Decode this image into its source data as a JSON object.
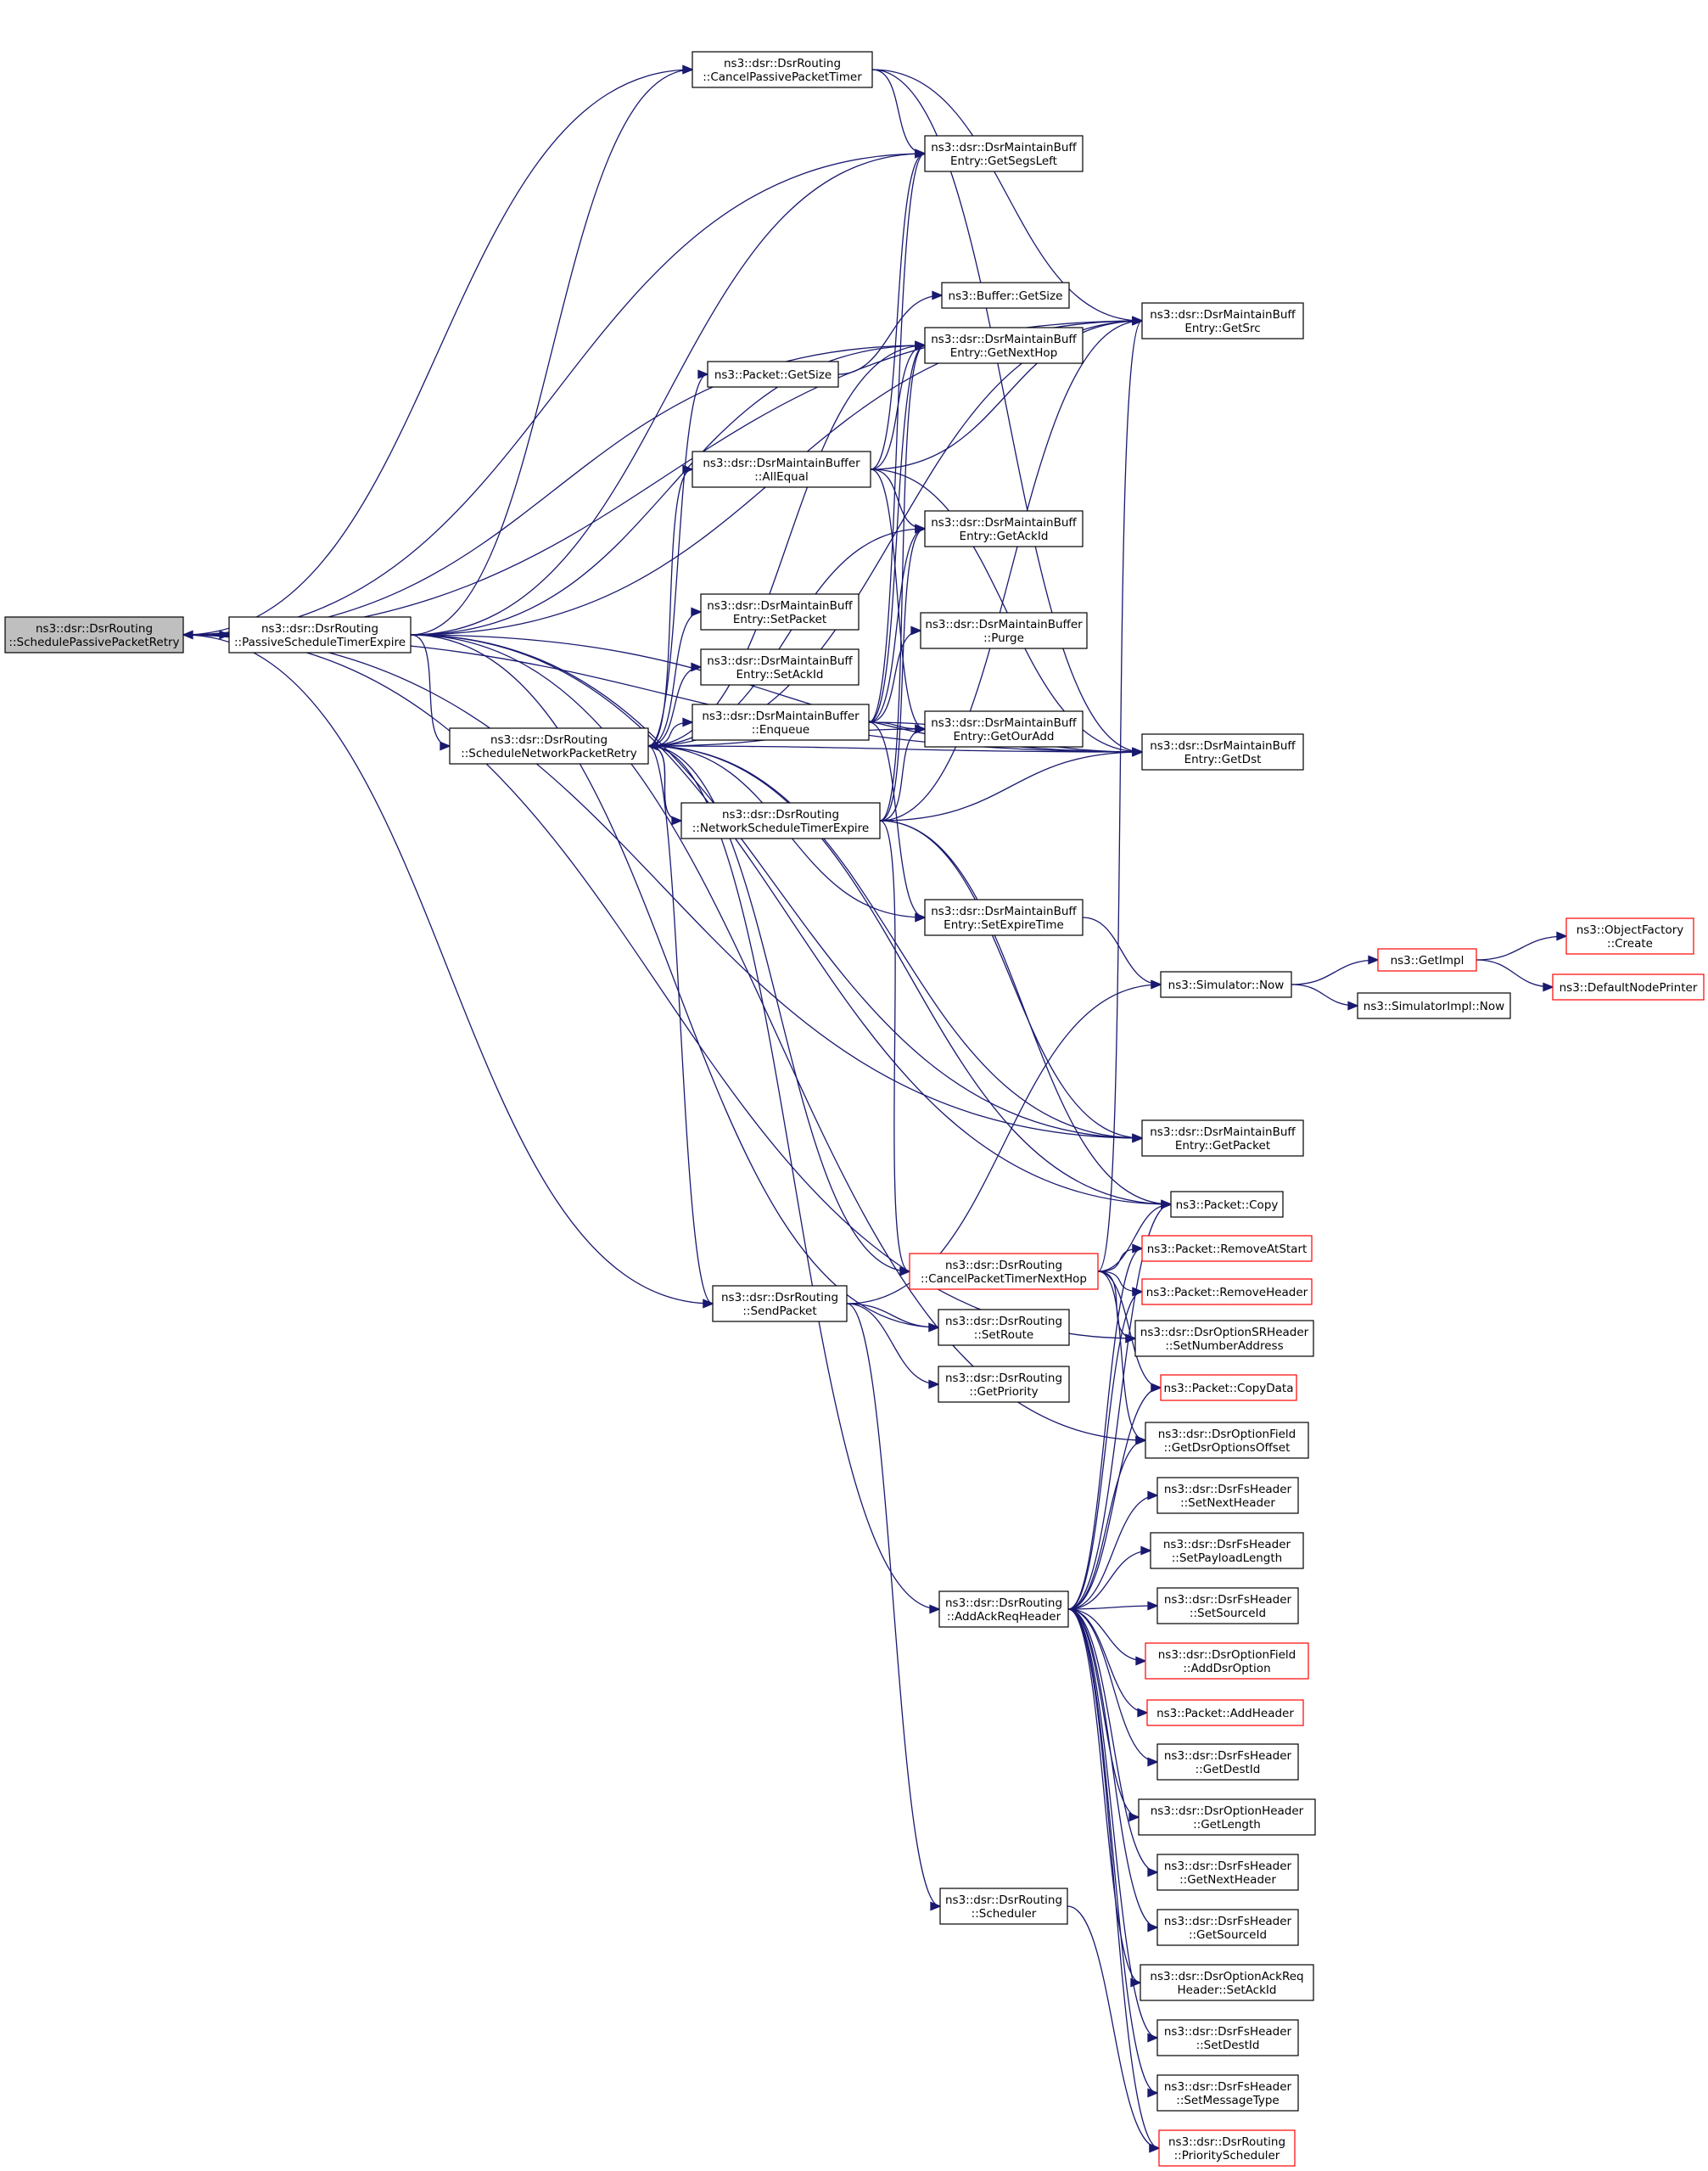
{
  "colors": {
    "edge": "#191970",
    "node_border": "#000000",
    "truncated_border": "#ff0000",
    "root_fill": "#bfbfbf",
    "node_fill": "#ffffff"
  },
  "nodes": [
    {
      "id": "root",
      "lines": [
        "ns3::dsr::DsrRouting",
        "::SchedulePassivePacketRetry"
      ],
      "style": "root"
    },
    {
      "id": "psTimerExpire",
      "lines": [
        "ns3::dsr::DsrRouting",
        "::PassiveScheduleTimerExpire"
      ],
      "style": "normal"
    },
    {
      "id": "schedNetRetry",
      "lines": [
        "ns3::dsr::DsrRouting",
        "::ScheduleNetworkPacketRetry"
      ],
      "style": "normal"
    },
    {
      "id": "cancelPassive",
      "lines": [
        "ns3::dsr::DsrRouting",
        "::CancelPassivePacketTimer"
      ],
      "style": "normal"
    },
    {
      "id": "pktGetSize",
      "lines": [
        "ns3::Packet::GetSize"
      ],
      "style": "normal"
    },
    {
      "id": "allEqual",
      "lines": [
        "ns3::dsr::DsrMaintainBuffer",
        "::AllEqual"
      ],
      "style": "normal"
    },
    {
      "id": "setPacket",
      "lines": [
        "ns3::dsr::DsrMaintainBuff",
        "Entry::SetPacket"
      ],
      "style": "normal"
    },
    {
      "id": "setAckId",
      "lines": [
        "ns3::dsr::DsrMaintainBuff",
        "Entry::SetAckId"
      ],
      "style": "normal"
    },
    {
      "id": "enqueue",
      "lines": [
        "ns3::dsr::DsrMaintainBuffer",
        "::Enqueue"
      ],
      "style": "normal"
    },
    {
      "id": "netSchedExpire",
      "lines": [
        "ns3::dsr::DsrRouting",
        "::NetworkScheduleTimerExpire"
      ],
      "style": "normal"
    },
    {
      "id": "sendPacket",
      "lines": [
        "ns3::dsr::DsrRouting",
        "::SendPacket"
      ],
      "style": "normal"
    },
    {
      "id": "getSegsLeft",
      "lines": [
        "ns3::dsr::DsrMaintainBuff",
        "Entry::GetSegsLeft"
      ],
      "style": "normal"
    },
    {
      "id": "bufGetSize",
      "lines": [
        "ns3::Buffer::GetSize"
      ],
      "style": "normal"
    },
    {
      "id": "getNextHop",
      "lines": [
        "ns3::dsr::DsrMaintainBuff",
        "Entry::GetNextHop"
      ],
      "style": "normal"
    },
    {
      "id": "getAckId",
      "lines": [
        "ns3::dsr::DsrMaintainBuff",
        "Entry::GetAckId"
      ],
      "style": "normal"
    },
    {
      "id": "purge",
      "lines": [
        "ns3::dsr::DsrMaintainBuffer",
        "::Purge"
      ],
      "style": "normal"
    },
    {
      "id": "getOurAdd",
      "lines": [
        "ns3::dsr::DsrMaintainBuff",
        "Entry::GetOurAdd"
      ],
      "style": "normal"
    },
    {
      "id": "setExpireTime",
      "lines": [
        "ns3::dsr::DsrMaintainBuff",
        "Entry::SetExpireTime"
      ],
      "style": "normal"
    },
    {
      "id": "cancelNextHop",
      "lines": [
        "ns3::dsr::DsrRouting",
        "::CancelPacketTimerNextHop"
      ],
      "style": "truncated"
    },
    {
      "id": "setRoute",
      "lines": [
        "ns3::dsr::DsrRouting",
        "::SetRoute"
      ],
      "style": "normal"
    },
    {
      "id": "getPriority",
      "lines": [
        "ns3::dsr::DsrRouting",
        "::GetPriority"
      ],
      "style": "normal"
    },
    {
      "id": "addAckReq",
      "lines": [
        "ns3::dsr::DsrRouting",
        "::AddAckReqHeader"
      ],
      "style": "normal"
    },
    {
      "id": "scheduler",
      "lines": [
        "ns3::dsr::DsrRouting",
        "::Scheduler"
      ],
      "style": "normal"
    },
    {
      "id": "getSrc",
      "lines": [
        "ns3::dsr::DsrMaintainBuff",
        "Entry::GetSrc"
      ],
      "style": "normal"
    },
    {
      "id": "getDst",
      "lines": [
        "ns3::dsr::DsrMaintainBuff",
        "Entry::GetDst"
      ],
      "style": "normal"
    },
    {
      "id": "simNow",
      "lines": [
        "ns3::Simulator::Now"
      ],
      "style": "normal"
    },
    {
      "id": "getPacket",
      "lines": [
        "ns3::dsr::DsrMaintainBuff",
        "Entry::GetPacket"
      ],
      "style": "normal"
    },
    {
      "id": "pktCopy",
      "lines": [
        "ns3::Packet::Copy"
      ],
      "style": "normal"
    },
    {
      "id": "removeAtStart",
      "lines": [
        "ns3::Packet::RemoveAtStart"
      ],
      "style": "truncated"
    },
    {
      "id": "removeHeader",
      "lines": [
        "ns3::Packet::RemoveHeader"
      ],
      "style": "truncated"
    },
    {
      "id": "setNumAddr",
      "lines": [
        "ns3::dsr::DsrOptionSRHeader",
        "::SetNumberAddress"
      ],
      "style": "normal"
    },
    {
      "id": "copyData",
      "lines": [
        "ns3::Packet::CopyData"
      ],
      "style": "truncated"
    },
    {
      "id": "getOptOffset",
      "lines": [
        "ns3::dsr::DsrOptionField",
        "::GetDsrOptionsOffset"
      ],
      "style": "normal"
    },
    {
      "id": "setNextHeader",
      "lines": [
        "ns3::dsr::DsrFsHeader",
        "::SetNextHeader"
      ],
      "style": "normal"
    },
    {
      "id": "setPayloadLen",
      "lines": [
        "ns3::dsr::DsrFsHeader",
        "::SetPayloadLength"
      ],
      "style": "normal"
    },
    {
      "id": "setSourceId",
      "lines": [
        "ns3::dsr::DsrFsHeader",
        "::SetSourceId"
      ],
      "style": "normal"
    },
    {
      "id": "addDsrOption",
      "lines": [
        "ns3::dsr::DsrOptionField",
        "::AddDsrOption"
      ],
      "style": "truncated"
    },
    {
      "id": "addHeader",
      "lines": [
        "ns3::Packet::AddHeader"
      ],
      "style": "truncated"
    },
    {
      "id": "getDestId",
      "lines": [
        "ns3::dsr::DsrFsHeader",
        "::GetDestId"
      ],
      "style": "normal"
    },
    {
      "id": "getLength",
      "lines": [
        "ns3::dsr::DsrOptionHeader",
        "::GetLength"
      ],
      "style": "normal"
    },
    {
      "id": "getNextHeader",
      "lines": [
        "ns3::dsr::DsrFsHeader",
        "::GetNextHeader"
      ],
      "style": "normal"
    },
    {
      "id": "getSourceId",
      "lines": [
        "ns3::dsr::DsrFsHeader",
        "::GetSourceId"
      ],
      "style": "normal"
    },
    {
      "id": "ackReqSetAckId",
      "lines": [
        "ns3::dsr::DsrOptionAckReq",
        "Header::SetAckId"
      ],
      "style": "normal"
    },
    {
      "id": "setDestId",
      "lines": [
        "ns3::dsr::DsrFsHeader",
        "::SetDestId"
      ],
      "style": "normal"
    },
    {
      "id": "setMsgType",
      "lines": [
        "ns3::dsr::DsrFsHeader",
        "::SetMessageType"
      ],
      "style": "normal"
    },
    {
      "id": "prioSched",
      "lines": [
        "ns3::dsr::DsrRouting",
        "::PriorityScheduler"
      ],
      "style": "truncated"
    },
    {
      "id": "getImpl",
      "lines": [
        "ns3::GetImpl"
      ],
      "style": "truncated"
    },
    {
      "id": "simImplNow",
      "lines": [
        "ns3::SimulatorImpl::Now"
      ],
      "style": "normal"
    },
    {
      "id": "objCreate",
      "lines": [
        "ns3::ObjectFactory",
        "::Create"
      ],
      "style": "truncated"
    },
    {
      "id": "defaultPrinter",
      "lines": [
        "ns3::DefaultNodePrinter"
      ],
      "style": "truncated"
    }
  ],
  "edges": [
    [
      "root",
      "psTimerExpire"
    ],
    [
      "root",
      "cancelPassive"
    ],
    [
      "root",
      "getSegsLeft"
    ],
    [
      "root",
      "getNextHop"
    ],
    [
      "root",
      "getSrc"
    ],
    [
      "root",
      "getDst"
    ],
    [
      "root",
      "getPacket"
    ],
    [
      "root",
      "sendPacket"
    ],
    [
      "root",
      "setNumAddr"
    ],
    [
      "psTimerExpire",
      "root"
    ],
    [
      "psTimerExpire",
      "cancelPassive"
    ],
    [
      "psTimerExpire",
      "getSegsLeft"
    ],
    [
      "psTimerExpire",
      "getNextHop"
    ],
    [
      "psTimerExpire",
      "getSrc"
    ],
    [
      "psTimerExpire",
      "getDst"
    ],
    [
      "psTimerExpire",
      "getPacket"
    ],
    [
      "psTimerExpire",
      "schedNetRetry"
    ],
    [
      "psTimerExpire",
      "setRoute"
    ],
    [
      "psTimerExpire",
      "pktCopy"
    ],
    [
      "psTimerExpire",
      "getOptOffset"
    ],
    [
      "cancelPassive",
      "getSegsLeft"
    ],
    [
      "cancelPassive",
      "getSrc"
    ],
    [
      "cancelPassive",
      "getDst"
    ],
    [
      "schedNetRetry",
      "pktGetSize"
    ],
    [
      "schedNetRetry",
      "allEqual"
    ],
    [
      "schedNetRetry",
      "setPacket"
    ],
    [
      "schedNetRetry",
      "setAckId"
    ],
    [
      "schedNetRetry",
      "enqueue"
    ],
    [
      "schedNetRetry",
      "netSchedExpire"
    ],
    [
      "schedNetRetry",
      "getNextHop"
    ],
    [
      "schedNetRetry",
      "getAckId"
    ],
    [
      "schedNetRetry",
      "getOurAdd"
    ],
    [
      "schedNetRetry",
      "getSrc"
    ],
    [
      "schedNetRetry",
      "getDst"
    ],
    [
      "schedNetRetry",
      "setExpireTime"
    ],
    [
      "schedNetRetry",
      "getPacket"
    ],
    [
      "schedNetRetry",
      "sendPacket"
    ],
    [
      "schedNetRetry",
      "addAckReq"
    ],
    [
      "schedNetRetry",
      "cancelNextHop"
    ],
    [
      "schedNetRetry",
      "pktCopy"
    ],
    [
      "pktGetSize",
      "bufGetSize"
    ],
    [
      "allEqual",
      "getSegsLeft"
    ],
    [
      "allEqual",
      "getNextHop"
    ],
    [
      "allEqual",
      "getSrc"
    ],
    [
      "allEqual",
      "getDst"
    ],
    [
      "allEqual",
      "getAckId"
    ],
    [
      "allEqual",
      "getOurAdd"
    ],
    [
      "enqueue",
      "getSegsLeft"
    ],
    [
      "enqueue",
      "getNextHop"
    ],
    [
      "enqueue",
      "getAckId"
    ],
    [
      "enqueue",
      "purge"
    ],
    [
      "enqueue",
      "getOurAdd"
    ],
    [
      "enqueue",
      "getDst"
    ],
    [
      "enqueue",
      "setExpireTime"
    ],
    [
      "netSchedExpire",
      "schedNetRetry"
    ],
    [
      "netSchedExpire",
      "getNextHop"
    ],
    [
      "netSchedExpire",
      "getAckId"
    ],
    [
      "netSchedExpire",
      "getOurAdd"
    ],
    [
      "netSchedExpire",
      "getSrc"
    ],
    [
      "netSchedExpire",
      "getDst"
    ],
    [
      "netSchedExpire",
      "getPacket"
    ],
    [
      "netSchedExpire",
      "cancelNextHop"
    ],
    [
      "netSchedExpire",
      "pktCopy"
    ],
    [
      "setExpireTime",
      "simNow"
    ],
    [
      "sendPacket",
      "simNow"
    ],
    [
      "sendPacket",
      "setRoute"
    ],
    [
      "sendPacket",
      "getPriority"
    ],
    [
      "sendPacket",
      "scheduler"
    ],
    [
      "cancelNextHop",
      "getSrc"
    ],
    [
      "cancelNextHop",
      "pktCopy"
    ],
    [
      "cancelNextHop",
      "removeAtStart"
    ],
    [
      "cancelNextHop",
      "removeHeader"
    ],
    [
      "cancelNextHop",
      "setNumAddr"
    ],
    [
      "cancelNextHop",
      "copyData"
    ],
    [
      "cancelNextHop",
      "getOptOffset"
    ],
    [
      "addAckReq",
      "pktCopy"
    ],
    [
      "addAckReq",
      "removeAtStart"
    ],
    [
      "addAckReq",
      "removeHeader"
    ],
    [
      "addAckReq",
      "copyData"
    ],
    [
      "addAckReq",
      "getOptOffset"
    ],
    [
      "addAckReq",
      "setNextHeader"
    ],
    [
      "addAckReq",
      "setPayloadLen"
    ],
    [
      "addAckReq",
      "setSourceId"
    ],
    [
      "addAckReq",
      "addDsrOption"
    ],
    [
      "addAckReq",
      "addHeader"
    ],
    [
      "addAckReq",
      "getDestId"
    ],
    [
      "addAckReq",
      "getLength"
    ],
    [
      "addAckReq",
      "getNextHeader"
    ],
    [
      "addAckReq",
      "getSourceId"
    ],
    [
      "addAckReq",
      "ackReqSetAckId"
    ],
    [
      "addAckReq",
      "setDestId"
    ],
    [
      "addAckReq",
      "setMsgType"
    ],
    [
      "addAckReq",
      "prioSched"
    ],
    [
      "scheduler",
      "prioSched"
    ],
    [
      "simNow",
      "getImpl"
    ],
    [
      "simNow",
      "simImplNow"
    ],
    [
      "getImpl",
      "objCreate"
    ],
    [
      "getImpl",
      "defaultPrinter"
    ]
  ]
}
